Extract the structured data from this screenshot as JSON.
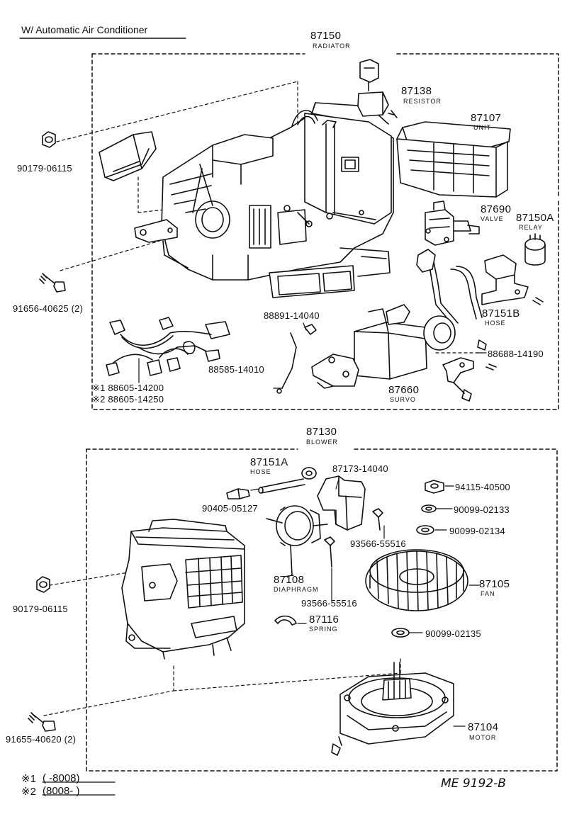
{
  "title": "W/ Automatic Air Conditioner",
  "upper": {
    "radiator": {
      "number": "87150",
      "name": "RADIATOR"
    },
    "resistor": {
      "number": "87138",
      "name": "RESISTOR"
    },
    "unit": {
      "number": "87107",
      "name": "UNIT"
    },
    "valve": {
      "number": "87690",
      "name": "VALVE"
    },
    "relay": {
      "number": "87150A",
      "name": "RELAY"
    },
    "hose_b": {
      "number": "87151B",
      "name": "HOSE"
    },
    "servo": {
      "number": "87660",
      "name": "SURVO"
    },
    "nut_left": "90179-06115",
    "bolt_left": "91656-40625 (2)",
    "part_88891": "88891-14040",
    "part_88585": "88585-14010",
    "part_88688": "88688-14190",
    "harness_1": "※1 88605-14200",
    "harness_2": "※2 88605-14250"
  },
  "lower": {
    "blower": {
      "number": "87130",
      "name": "BLOWER"
    },
    "hose_a": {
      "number": "87151A",
      "name": "HOSE"
    },
    "bracket": "87173-14040",
    "nut_94115": "94115-40500",
    "washer_02133": "90099-02133",
    "washer_02134": "90099-02134",
    "plug_90405": "90405-05127",
    "screw_upper": "93566-55516",
    "diaphragm": {
      "number": "87108",
      "name": "DIAPHRAGM"
    },
    "screw_lower": "93566-55516",
    "fan": {
      "number": "87105",
      "name": "FAN"
    },
    "nut_left": "90179-06115",
    "spring": {
      "number": "87116",
      "name": "SPRING"
    },
    "washer_02135": "90099-02135",
    "motor": {
      "number": "87104",
      "name": "MOTOR"
    },
    "bolt_left": "91655-40620 (2)"
  },
  "footnotes": {
    "note1_mark": "※1",
    "note1_range": "(        -8008)",
    "note2_mark": "※2",
    "note2_range": "(8008-        )"
  },
  "drawing_code": "ME 9192-B"
}
